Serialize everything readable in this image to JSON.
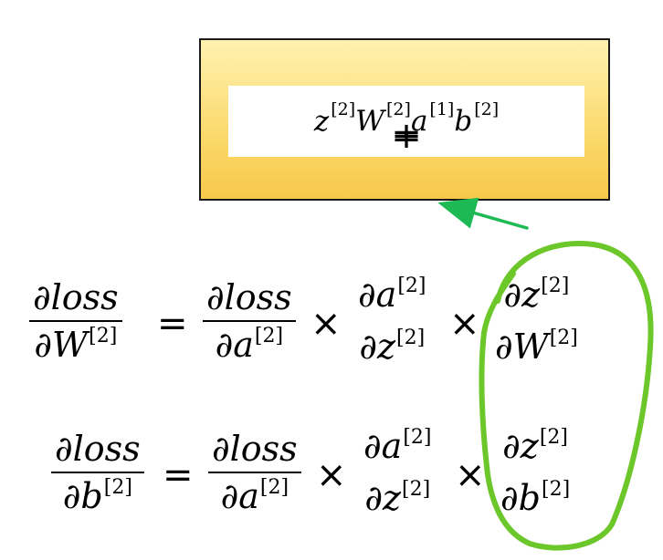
{
  "formula": {
    "z": "z",
    "z_sup": "[2]",
    "eq": "=",
    "W": "W",
    "W_sup": "[2]",
    "dot": "·",
    "a": "a",
    "a_sup": "[1]",
    "plus": "+",
    "b": "b",
    "b_sup": "[2]"
  },
  "row1": {
    "lhs_num": "∂loss",
    "lhs_den": "∂W",
    "lhs_den_sup": "[2]",
    "eq": "=",
    "f1_num": "∂loss",
    "f1_den": "∂a",
    "f1_den_sup": "[2]",
    "times1": "×",
    "f2_num": "∂a",
    "f2_num_sup": "[2]",
    "f2_den": "∂z",
    "f2_den_sup": "[2]",
    "times2": "×",
    "f3_num": "∂z",
    "f3_num_sup": "[2]",
    "f3_den": "∂W",
    "f3_den_sup": "[2]"
  },
  "row2": {
    "lhs_num": "∂loss",
    "lhs_den": "∂b",
    "lhs_den_sup": "[2]",
    "eq": "=",
    "f1_num": "∂loss",
    "f1_den": "∂a",
    "f1_den_sup": "[2]",
    "times1": "×",
    "f2_num": "∂a",
    "f2_num_sup": "[2]",
    "f2_den": "∂z",
    "f2_den_sup": "[2]",
    "times2": "×",
    "f3_num": "∂z",
    "f3_num_sup": "[2]",
    "f3_den": "∂b",
    "f3_den_sup": "[2]"
  },
  "colors": {
    "box_top": "#fff2b0",
    "box_bottom": "#f7c84a",
    "box_border": "#1a1a1a",
    "arrow": "#1db954",
    "highlight_loop": "#6cc72a"
  }
}
